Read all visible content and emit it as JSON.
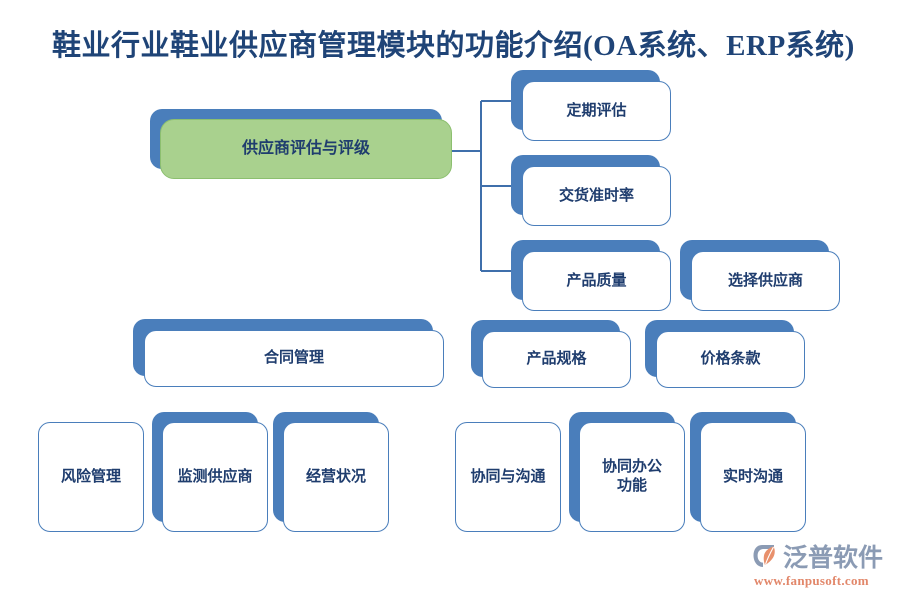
{
  "page": {
    "title": "鞋业行业鞋业供应商管理模块的功能介绍(OA系统、ERP系统)",
    "background": "#ffffff",
    "accent_blue": "#4a7ebb",
    "accent_green": "#a9d18e",
    "title_color": "#1f4477",
    "label_color": "#1f3d6e",
    "line_color": "#3f6fab"
  },
  "diagram": {
    "type": "org-chart",
    "root": {
      "id": "supplier-evaluation-rating",
      "label": "供应商评估与评级",
      "highlighted": true,
      "fill": "#a9d18e"
    },
    "root_children": [
      {
        "id": "periodic-evaluation",
        "label": "定期评估"
      },
      {
        "id": "delivery-on-time-rate",
        "label": "交货准时率"
      },
      {
        "id": "product-quality",
        "label": "产品质量"
      }
    ],
    "other_nodes": [
      {
        "id": "select-supplier",
        "label": "选择供应商",
        "shadow": true
      },
      {
        "id": "contract-management",
        "label": "合同管理",
        "shadow": true,
        "font": "sans"
      },
      {
        "id": "product-specification",
        "label": "产品规格",
        "shadow": true
      },
      {
        "id": "price-terms",
        "label": "价格条款",
        "shadow": true
      },
      {
        "id": "risk-management",
        "label": "风险管理",
        "shadow": false
      },
      {
        "id": "monitor-supplier",
        "label": "监测供应商",
        "shadow": true
      },
      {
        "id": "operating-status",
        "label": "经营状况",
        "shadow": true
      },
      {
        "id": "collaboration-communication",
        "label": "协同与沟通",
        "shadow": false
      },
      {
        "id": "collaborative-office-function",
        "label": "协同办公\n功能",
        "shadow": true,
        "font": "sans"
      },
      {
        "id": "realtime-communication",
        "label": "实时沟通",
        "shadow": true
      }
    ]
  },
  "logo": {
    "brand": "泛普软件",
    "url": "www.fanpusoft.com",
    "mark_icon": "fanpu-swoosh-icon",
    "brand_color": "#8b9bb4",
    "url_color": "#e2876a",
    "swoosh_color": "#e8906c"
  }
}
